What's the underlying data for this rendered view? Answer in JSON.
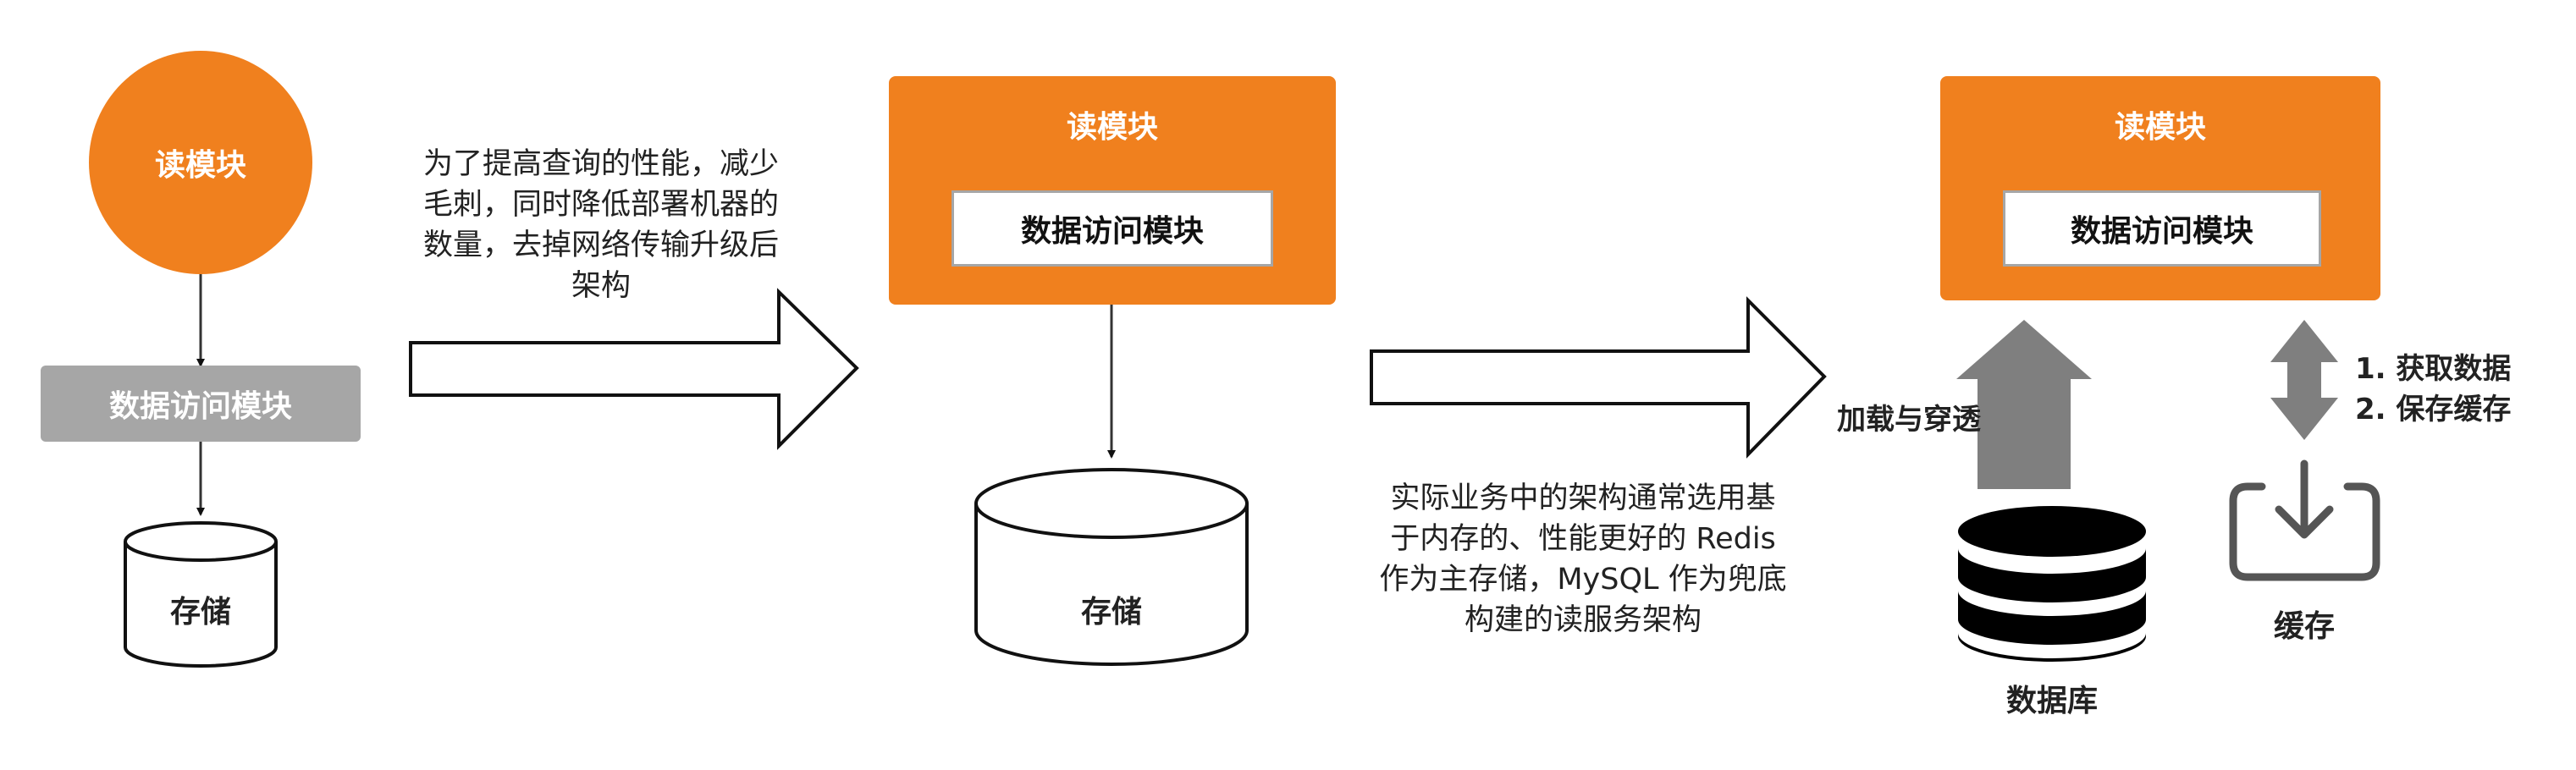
{
  "stage1": {
    "read_module": "读模块",
    "data_access": "数据访问模块",
    "storage": "存储"
  },
  "transition1": {
    "caption_lines": [
      "为了提高查询的性能，减少",
      "毛刺，同时降低部署机器的",
      "数量，去掉网络传输升级后",
      "架构"
    ]
  },
  "stage2": {
    "read_module": "读模块",
    "data_access": "数据访问模块",
    "storage": "存储"
  },
  "transition2": {
    "caption_lines": [
      "实际业务中的架构通常选用基",
      "于内存的、性能更好的 Redis",
      "作为主存储，MySQL 作为兜底",
      "构建的读服务架构"
    ]
  },
  "stage3": {
    "read_module": "读模块",
    "data_access": "数据访问模块",
    "load_label": "加载与穿透",
    "cache_actions": [
      "1. 获取数据",
      "2. 保存缓存"
    ],
    "database": "数据库",
    "cache": "缓存"
  },
  "colors": {
    "orange": "#f0801e",
    "gray_box": "#a6a6a6",
    "arrow_gray": "#7f7f7f"
  },
  "icons": {
    "database": "database-icon",
    "cache": "download-tray-icon"
  }
}
